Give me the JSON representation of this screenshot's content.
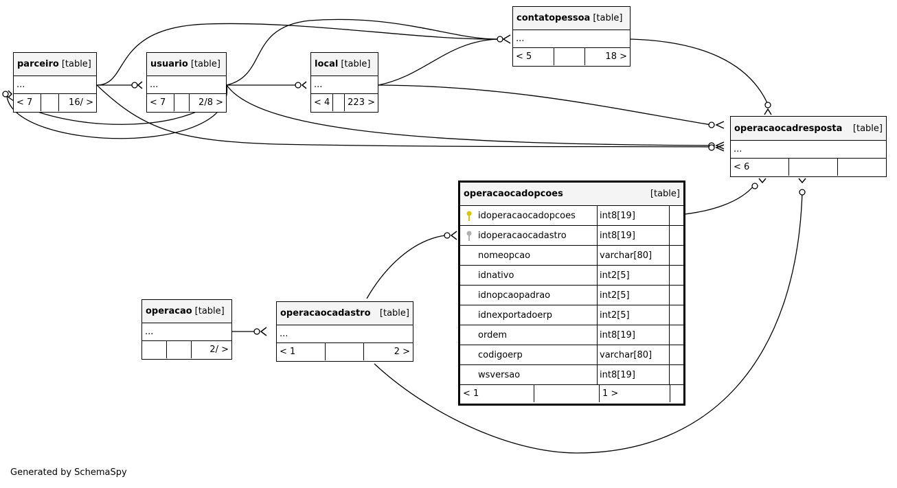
{
  "tables": {
    "parceiro": {
      "name": "parceiro",
      "type": "[table]",
      "ellipsis": "...",
      "parents": "< 7",
      "children": "16/ >"
    },
    "usuario": {
      "name": "usuario",
      "type": "[table]",
      "ellipsis": "...",
      "parents": "< 7",
      "children": "2/8 >"
    },
    "local": {
      "name": "local",
      "type": "[table]",
      "ellipsis": "...",
      "parents": "< 4",
      "children": "223 >"
    },
    "contatopessoa": {
      "name": "contatopessoa",
      "type": "[table]",
      "ellipsis": "...",
      "parents": "< 5",
      "children": "18 >"
    },
    "operacaocadresposta": {
      "name": "operacaocadresposta",
      "type": "[table]",
      "ellipsis": "...",
      "parents": "< 6",
      "children": ""
    },
    "operacao": {
      "name": "operacao",
      "type": "[table]",
      "ellipsis": "...",
      "parents": "",
      "children": "2/ >"
    },
    "operacaocadastro": {
      "name": "operacaocadastro",
      "type": "[table]",
      "ellipsis": "...",
      "parents": "< 1",
      "children": "2 >"
    },
    "operacaocadopcoes": {
      "name": "operacaocadopcoes",
      "type": "[table]",
      "columns": [
        {
          "name": "idoperacaocadopcoes",
          "type": "int8[19]",
          "key": "primary-key-icon",
          "key_color": "#d8c400"
        },
        {
          "name": "idoperacaocadastro",
          "type": "int8[19]",
          "key": "foreign-key-icon",
          "key_color": "#b0b0b0"
        },
        {
          "name": "nomeopcao",
          "type": "varchar[80]",
          "key": ""
        },
        {
          "name": "idnativo",
          "type": "int2[5]",
          "key": ""
        },
        {
          "name": "idnopcaopadrao",
          "type": "int2[5]",
          "key": ""
        },
        {
          "name": "idnexportadoerp",
          "type": "int2[5]",
          "key": ""
        },
        {
          "name": "ordem",
          "type": "int8[19]",
          "key": ""
        },
        {
          "name": "codigoerp",
          "type": "varchar[80]",
          "key": ""
        },
        {
          "name": "wsversao",
          "type": "int8[19]",
          "key": ""
        }
      ],
      "parents": "< 1",
      "children": "1 >"
    }
  },
  "footer": {
    "generated": "Generated by SchemaSpy"
  }
}
